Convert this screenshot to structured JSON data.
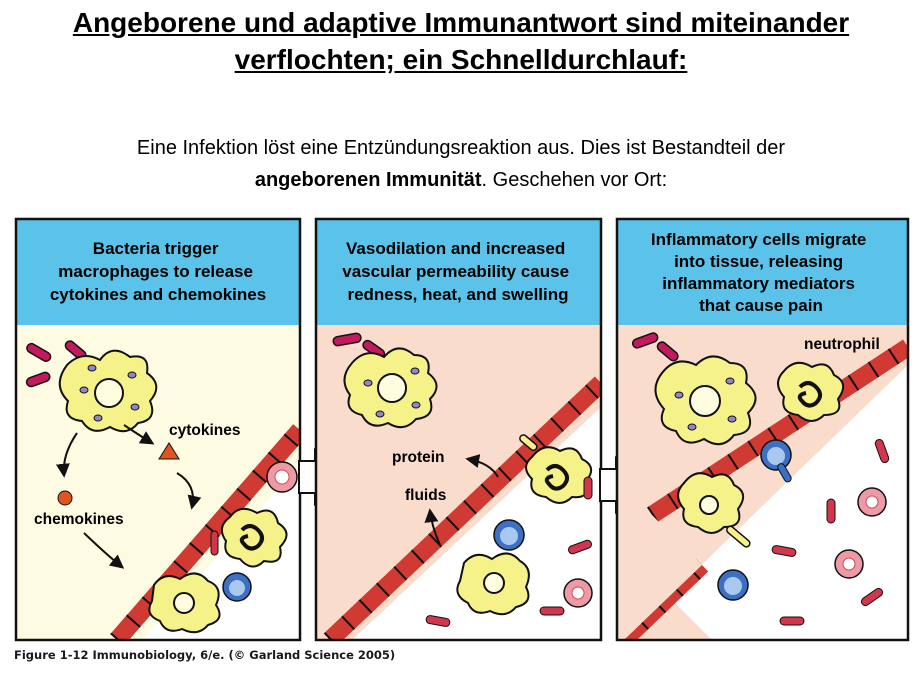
{
  "title": {
    "line1": "Angeborene und adaptive Immunantwort sind miteinander",
    "line2": "verflochten; ein Schnelldurchlauf:"
  },
  "intro": {
    "part1": "Eine Infektion löst eine Entzündungsreaktion aus. Dies ist Bestandteil der",
    "bold": "angeborenen Immunität",
    "part2": ". Geschehen vor Ort:"
  },
  "panels": [
    {
      "header_lines": [
        "Bacteria trigger",
        "macrophages to release",
        "cytokines and chemokines"
      ],
      "labels": {
        "cytokines": "cytokines",
        "chemokines": "chemokines"
      }
    },
    {
      "header_lines": [
        "Vasodilation and increased",
        "vascular permeability cause",
        "redness, heat, and swelling"
      ],
      "labels": {
        "protein": "protein",
        "fluids": "fluids"
      }
    },
    {
      "header_lines": [
        "Inflammatory cells migrate",
        "into tissue, releasing",
        "inflammatory mediators",
        "that cause pain"
      ],
      "labels": {
        "neutrophil": "neutrophil"
      }
    }
  ],
  "caption": "Figure 1-12 Immunobiology, 6/e. (© Garland Science 2005)",
  "colors": {
    "header_blue": "#5bc3ea",
    "panel1_bg": "#fdfbe2",
    "panel_pink_bg": "#fadccd",
    "vessel_wall": "#d13a32",
    "macrophage": "#f6f28a",
    "granule": "#8f86cc",
    "bacteria": "#c21a5d",
    "rbc": "#ee9aa5",
    "lymph_blue": "#3d6fc4",
    "cytokine": "#e0541f",
    "chemokine": "#e0541f"
  }
}
